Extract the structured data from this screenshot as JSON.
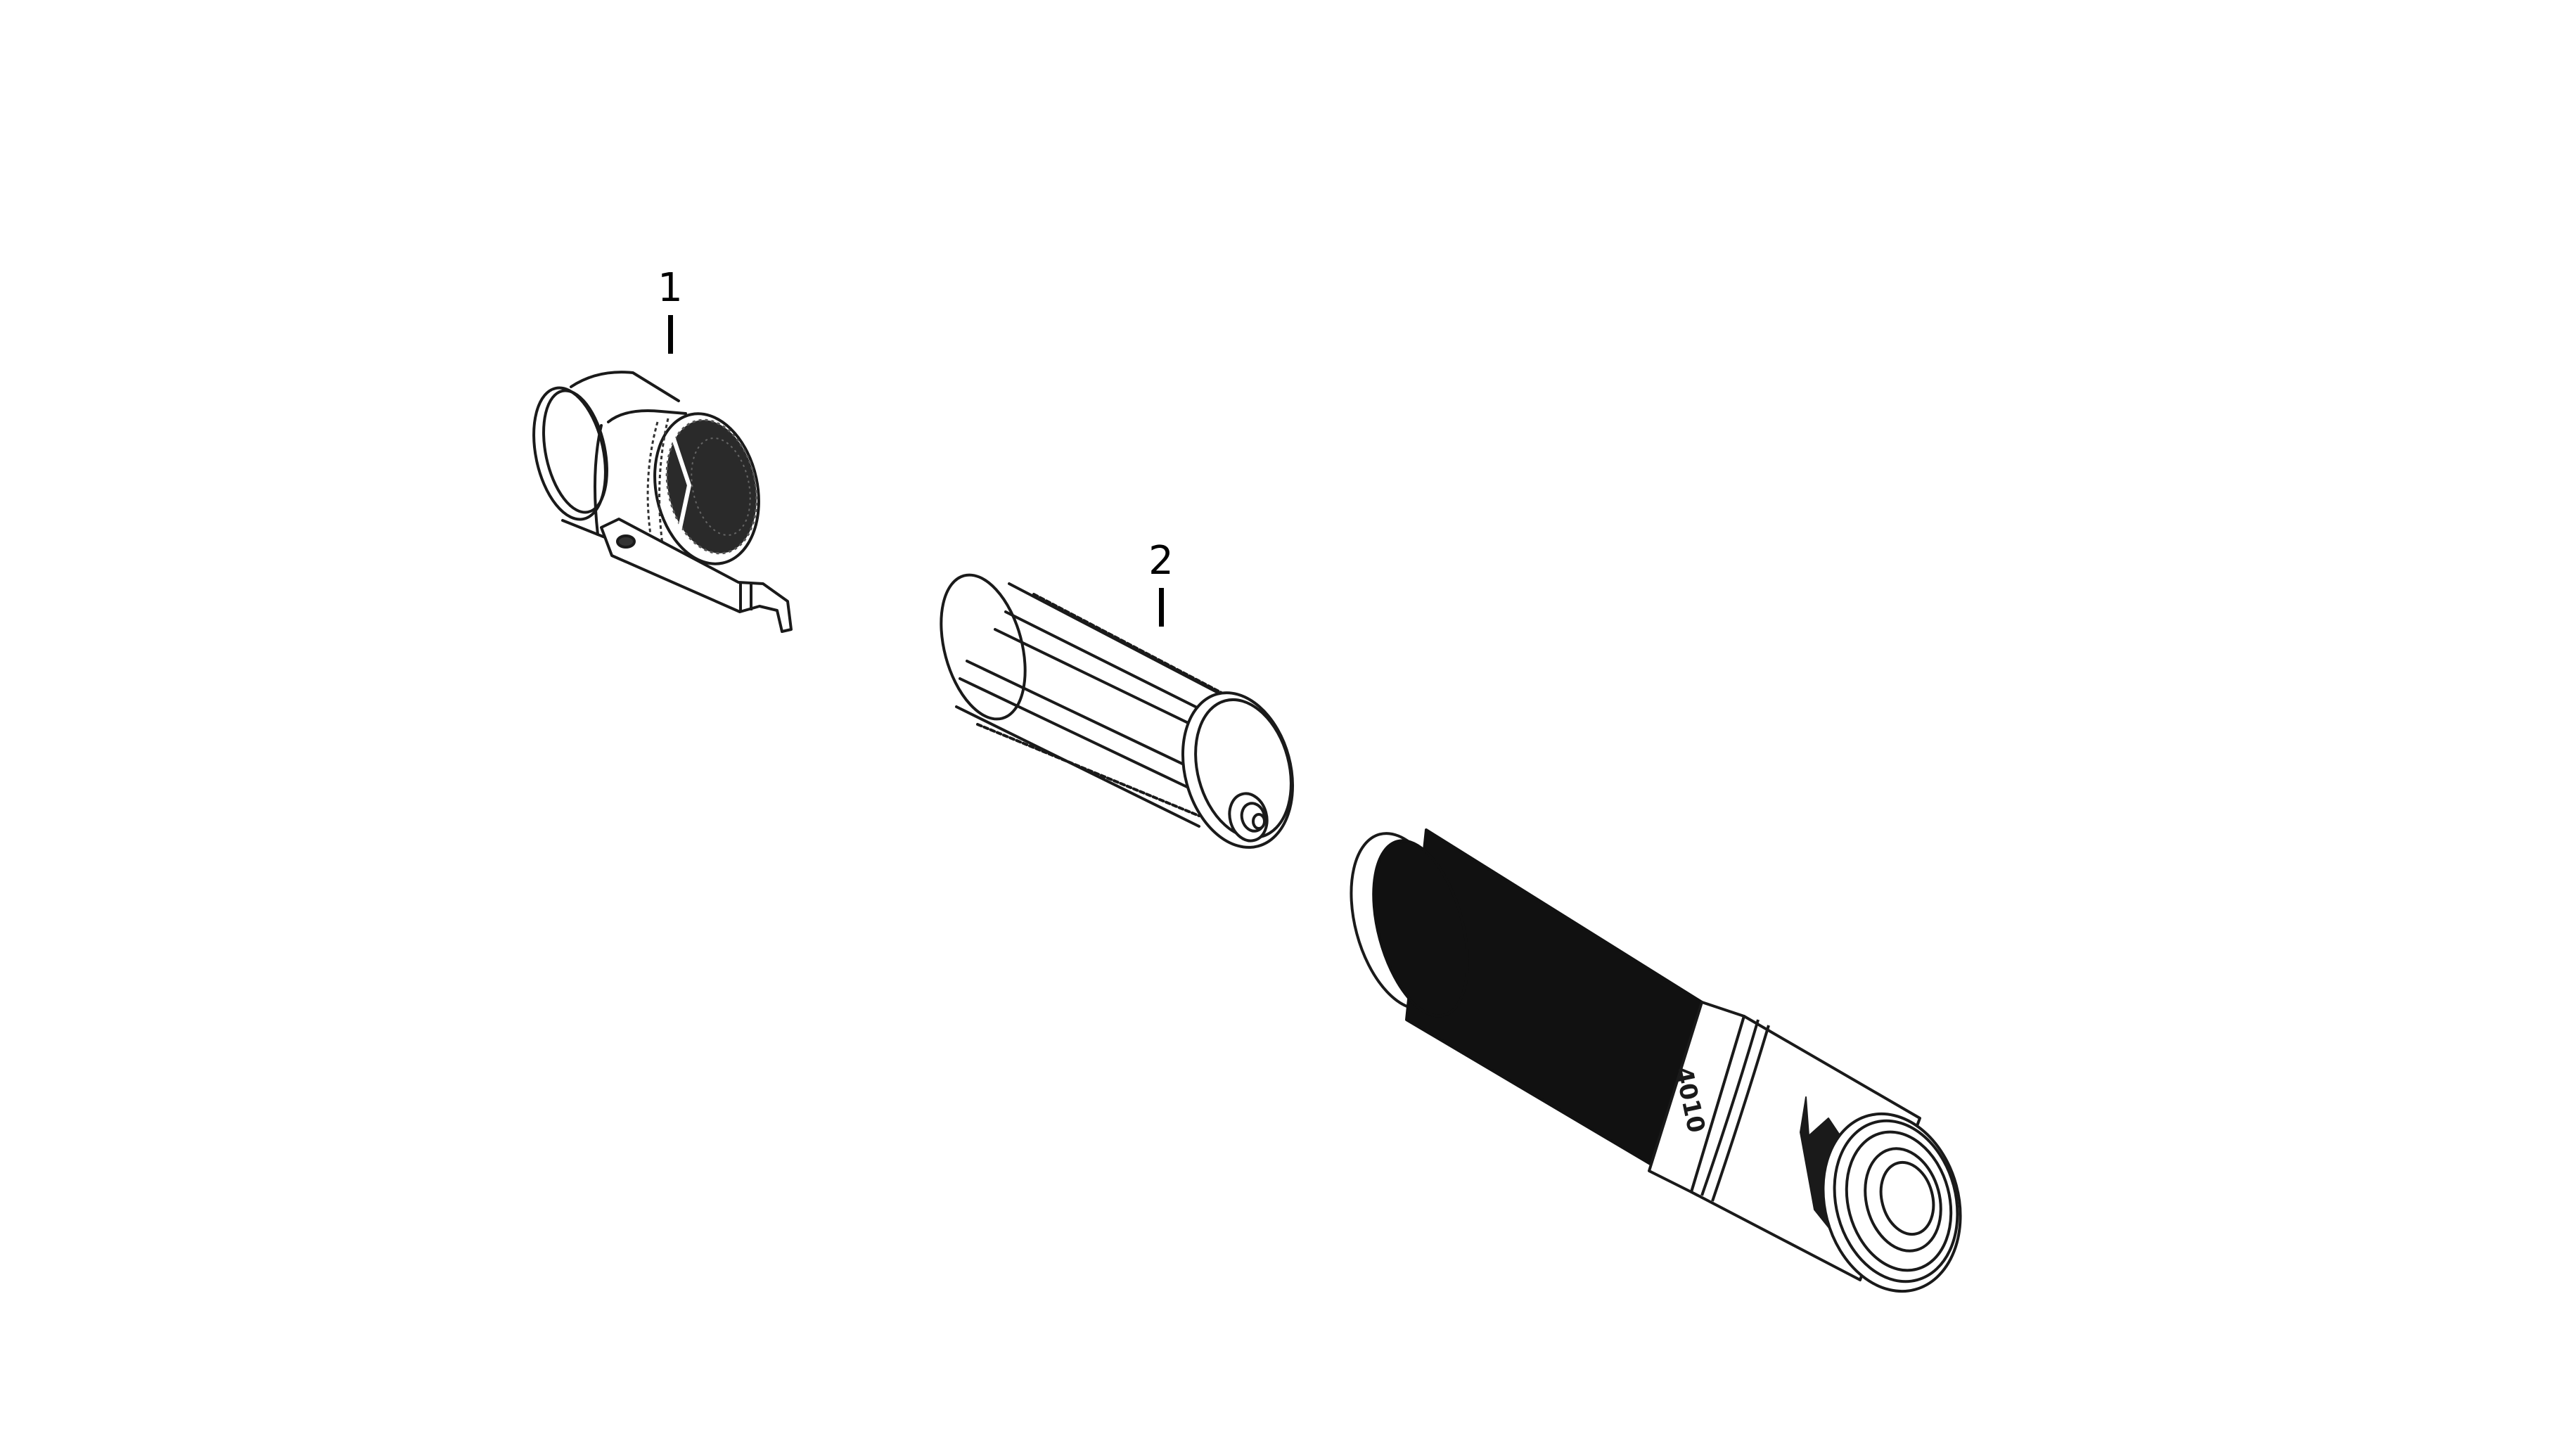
{
  "diagram": {
    "type": "exploded-parts-view",
    "subject": "flashlight",
    "background_color": "#ffffff",
    "line_color": "#1a1a1a",
    "grip_color": "#111111"
  },
  "callouts": [
    {
      "number": "1",
      "part": "tail-cap-with-pocket-clip"
    },
    {
      "number": "2",
      "part": "battery-holder-cage"
    }
  ],
  "parts": [
    {
      "id": "tail-cap",
      "callout": "1"
    },
    {
      "id": "battery-holder",
      "callout": "2"
    },
    {
      "id": "flashlight-body",
      "callout": "",
      "printed_text": "4010",
      "has_logo": true
    }
  ]
}
